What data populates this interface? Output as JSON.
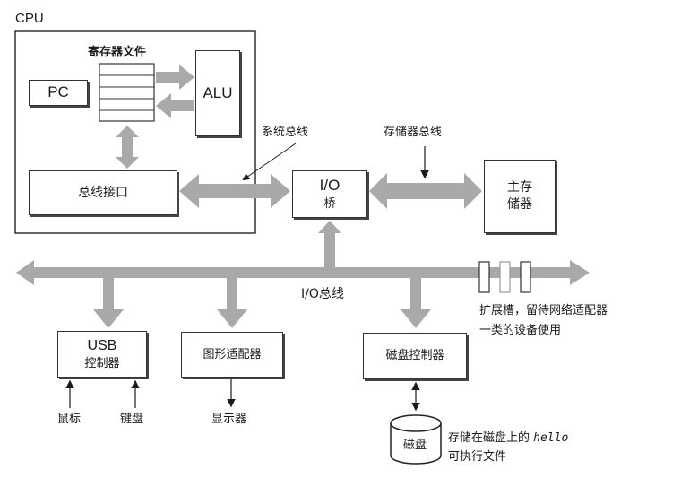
{
  "title": "CPU",
  "colors": {
    "bus_arrow": "#a9a9a9",
    "box_border": "#333333",
    "text": "#1a1a1a"
  },
  "cpu": {
    "label": "CPU",
    "register_file": {
      "label": "寄存器文件",
      "rows": 5
    },
    "pc": {
      "label": "PC"
    },
    "alu": {
      "label": "ALU"
    },
    "bus_interface": {
      "label": "总线接口"
    }
  },
  "buses": {
    "system_bus": "系统总线",
    "memory_bus": "存储器总线",
    "io_bus": "I/O总线"
  },
  "io_bridge": {
    "line1": "I/O",
    "line2": "桥"
  },
  "main_memory": {
    "line1": "主存",
    "line2": "储器"
  },
  "expansion": {
    "line1": "扩展槽，留待网络适配器",
    "line2": "一类的设备使用"
  },
  "usb": {
    "line1": "USB",
    "line2": "控制器",
    "inputs": [
      "鼠标",
      "键盘"
    ]
  },
  "graphics": {
    "label": "图形适配器",
    "output": "显示器"
  },
  "disk_controller": {
    "label": "磁盘控制器"
  },
  "disk": {
    "label": "磁盘",
    "note_prefix": "存储在磁盘上的",
    "note_code": "hello",
    "note_line2": "可执行文件"
  }
}
